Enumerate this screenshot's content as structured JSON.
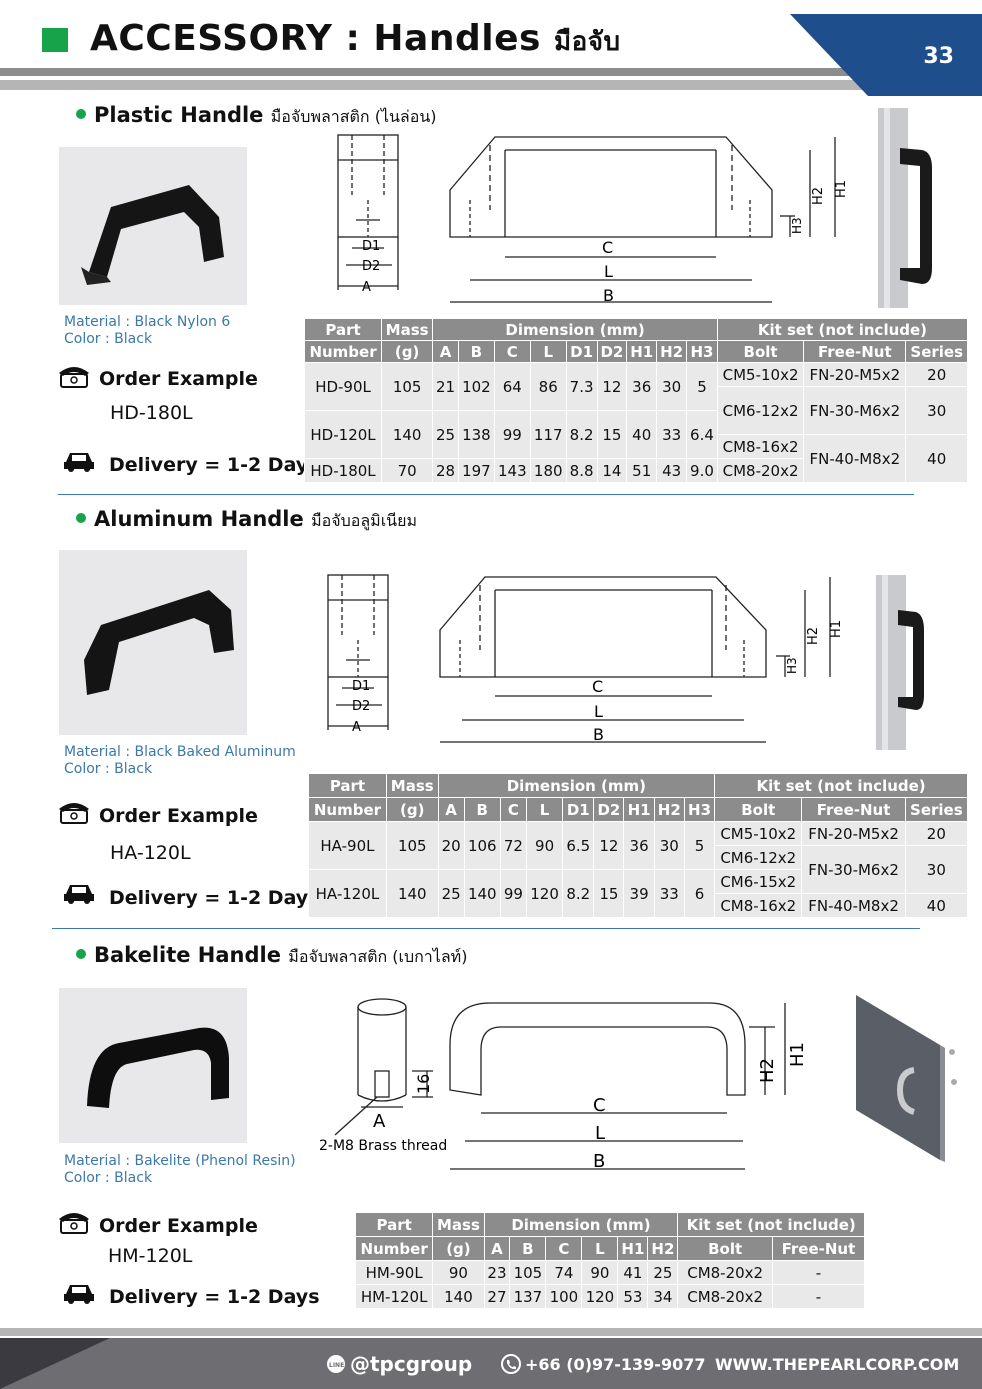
{
  "header": {
    "title": "ACCESSORY : Handles",
    "title_thai": "มือจับ",
    "page_number": "33"
  },
  "sections": [
    {
      "title": "Plastic Handle",
      "title_thai": "มือจับพลาสติก (ไนล่อน)",
      "material": "Material : Black Nylon 6",
      "color": "Color     : Black",
      "order_label": "Order Example",
      "order_value": "HD-180L",
      "delivery": "Delivery  = 1-2 Days",
      "table": {
        "head1": [
          "Part",
          "Mass",
          "Dimension (mm)",
          "Kit set (not include)"
        ],
        "head2": [
          "Number",
          "(g)",
          "A",
          "B",
          "C",
          "L",
          "D1",
          "D2",
          "H1",
          "H2",
          "H3",
          "Bolt",
          "Free-Nut",
          "Series"
        ],
        "rows": [
          [
            "HD-90L",
            "105",
            "21",
            "102",
            "64",
            "86",
            "7.3",
            "12",
            "36",
            "30",
            "5",
            "CM5-10x2",
            "FN-20-M5x2",
            "20"
          ],
          [
            "HD-120L",
            "140",
            "25",
            "138",
            "99",
            "117",
            "8.2",
            "15",
            "40",
            "33",
            "6.4",
            "CM6-12x2",
            "FN-30-M6x2",
            "30"
          ],
          [
            "HD-180L",
            "70",
            "28",
            "197",
            "143",
            "180",
            "8.8",
            "14",
            "51",
            "43",
            "9.0",
            "CM8-16x2",
            "CM8-20x2",
            "FN-40-M8x2",
            "40"
          ]
        ]
      },
      "drawing_labels": [
        "D1",
        "D2",
        "A",
        "C",
        "L",
        "B",
        "H1",
        "H2",
        "H3"
      ]
    },
    {
      "title": "Aluminum Handle",
      "title_thai": "มือจับอลูมิเนียม",
      "material": "Material : Black Baked Aluminum",
      "color": "Color     : Black",
      "order_label": "Order Example",
      "order_value": "HA-120L",
      "delivery": "Delivery  = 1-2 Days",
      "table": {
        "head1": [
          "Part",
          "Mass",
          "Dimension (mm)",
          "Kit set (not include)"
        ],
        "head2": [
          "Number",
          "(g)",
          "A",
          "B",
          "C",
          "L",
          "D1",
          "D2",
          "H1",
          "H2",
          "H3",
          "Bolt",
          "Free-Nut",
          "Series"
        ],
        "rows": [
          [
            "HA-90L",
            "105",
            "20",
            "106",
            "72",
            "90",
            "6.5",
            "12",
            "36",
            "30",
            "5",
            "CM5-10x2",
            "FN-20-M5x2",
            "20",
            "CM6-12x2"
          ],
          [
            "HA-120L",
            "140",
            "25",
            "140",
            "99",
            "120",
            "8.2",
            "15",
            "39",
            "33",
            "6",
            "CM6-15x2",
            "FN-30-M6x2",
            "30",
            "CM8-16x2",
            "FN-40-M8x2",
            "40"
          ]
        ]
      },
      "drawing_labels": [
        "D1",
        "D2",
        "A",
        "C",
        "L",
        "B",
        "H1",
        "H2",
        "H3"
      ]
    },
    {
      "title": "Bakelite Handle",
      "title_thai": "มือจับพลาสติก (เบกาไลท์)",
      "material": "Material : Bakelite (Phenol Resin)",
      "color": "Color     : Black",
      "order_label": "Order Example",
      "order_value": "HM-120L",
      "delivery": "Delivery  = 1-2 Days",
      "table": {
        "head1": [
          "Part",
          "Mass",
          "Dimension (mm)",
          "Kit set (not include)"
        ],
        "head2": [
          "Number",
          "(g)",
          "A",
          "B",
          "C",
          "L",
          "H1",
          "H2",
          "Bolt",
          "Free-Nut"
        ],
        "rows": [
          [
            "HM-90L",
            "90",
            "23",
            "105",
            "74",
            "90",
            "41",
            "25",
            "CM8-20x2",
            "-"
          ],
          [
            "HM-120L",
            "140",
            "27",
            "137",
            "100",
            "120",
            "53",
            "34",
            "CM8-20x2",
            "-"
          ]
        ]
      },
      "drawing_labels": [
        "A",
        "16",
        "2-M8 Brass thread",
        "C",
        "L",
        "B",
        "H1",
        "H2"
      ]
    }
  ],
  "footer": {
    "line": "@tpcgroup",
    "phone": "+66 (0)97-139-9077",
    "web": "WWW.THEPEARLCORP.COM"
  },
  "colors": {
    "accent_green": "#16a34a",
    "accent_blue": "#1f4e8c",
    "meta_blue": "#3c79a8",
    "table_head": "#8c8c8c"
  }
}
